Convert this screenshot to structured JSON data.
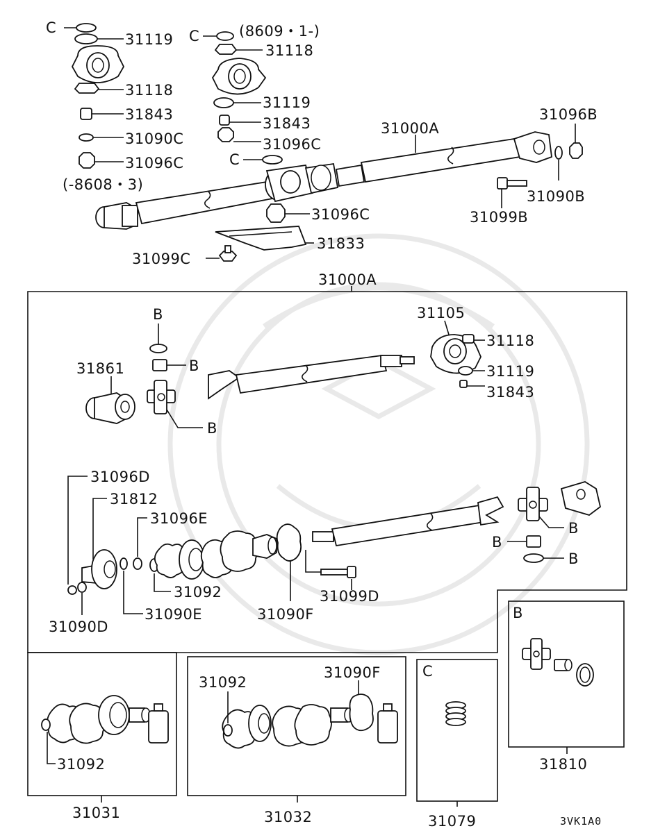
{
  "top": {
    "labels": {
      "c1": "C",
      "l31119a": "31119",
      "l31118a": "31118",
      "l31843a": "31843",
      "l31090ca": "31090C",
      "l31096ca": "31096C",
      "date_before": "(-8608・3)",
      "c2": "C",
      "date_after": "(8609・1-)",
      "l31118b": "31118",
      "l31119b": "31119",
      "l31843b": "31843",
      "l31096cb": "31096C",
      "c3": "C",
      "l31000a_top": "31000A",
      "l31096b": "31096B",
      "l31090b": "31090B",
      "l31099b": "31099B",
      "l31096cc": "31096C",
      "l31833": "31833",
      "l31099c": "31099C"
    }
  },
  "exploded": {
    "title": "31000A",
    "labels": {
      "b1": "B",
      "b2": "B",
      "b3": "B",
      "l31861": "31861",
      "l31105": "31105",
      "l31118": "31118",
      "l31119": "31119",
      "l31843": "31843",
      "l31096d": "31096D",
      "l31812": "31812",
      "l31096e": "31096E",
      "l31092": "31092",
      "l31090e": "31090E",
      "l31090d": "31090D",
      "l31090f": "31090F",
      "l31099d": "31099D",
      "b4": "B",
      "b5": "B",
      "b6": "B"
    }
  },
  "kits": {
    "k31031": {
      "part": "31092",
      "title": "31031"
    },
    "k31032": {
      "part1": "31092",
      "part2": "31090F",
      "title": "31032"
    },
    "k31079": {
      "letter": "C",
      "title": "31079"
    },
    "k31810": {
      "letter": "B",
      "title": "31810"
    }
  },
  "code": "3VK1A0"
}
